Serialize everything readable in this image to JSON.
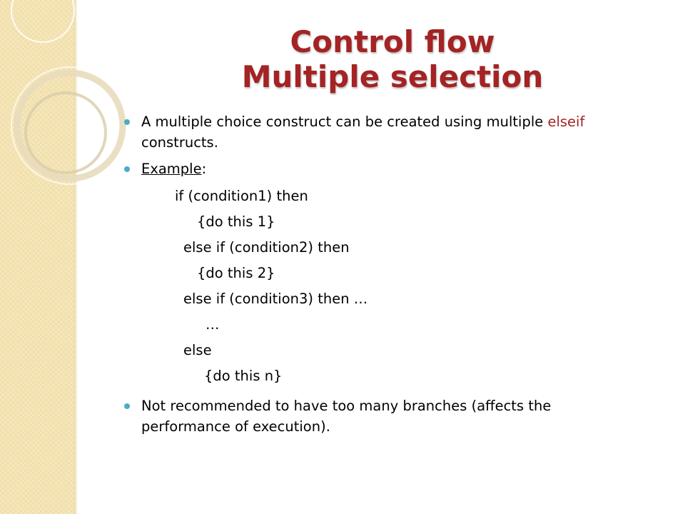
{
  "slide": {
    "title_line1": "Control flow",
    "title_line2": "Multiple selection",
    "bullet1": {
      "text_before": "A multiple choice construct can be created using multiple ",
      "highlight": "elseif",
      "line2": "constructs."
    },
    "bullet2": {
      "underlined": "Example",
      "rest": ":"
    },
    "code_lines": [
      "if (condition1) then",
      "{do this 1}",
      "else if (condition2) then",
      "{do this 2}",
      "else if (condition3) then …",
      "…",
      "else",
      "{do this n}"
    ],
    "bullet3": {
      "line1": "Not recommended to have too many branches (affects the",
      "line2": "performance of execution)."
    }
  },
  "theme": {
    "title_color": "#a42324",
    "accent_red": "#a42324",
    "bullet_color": "#4bacc6",
    "band_color": "#f4e3b1"
  }
}
